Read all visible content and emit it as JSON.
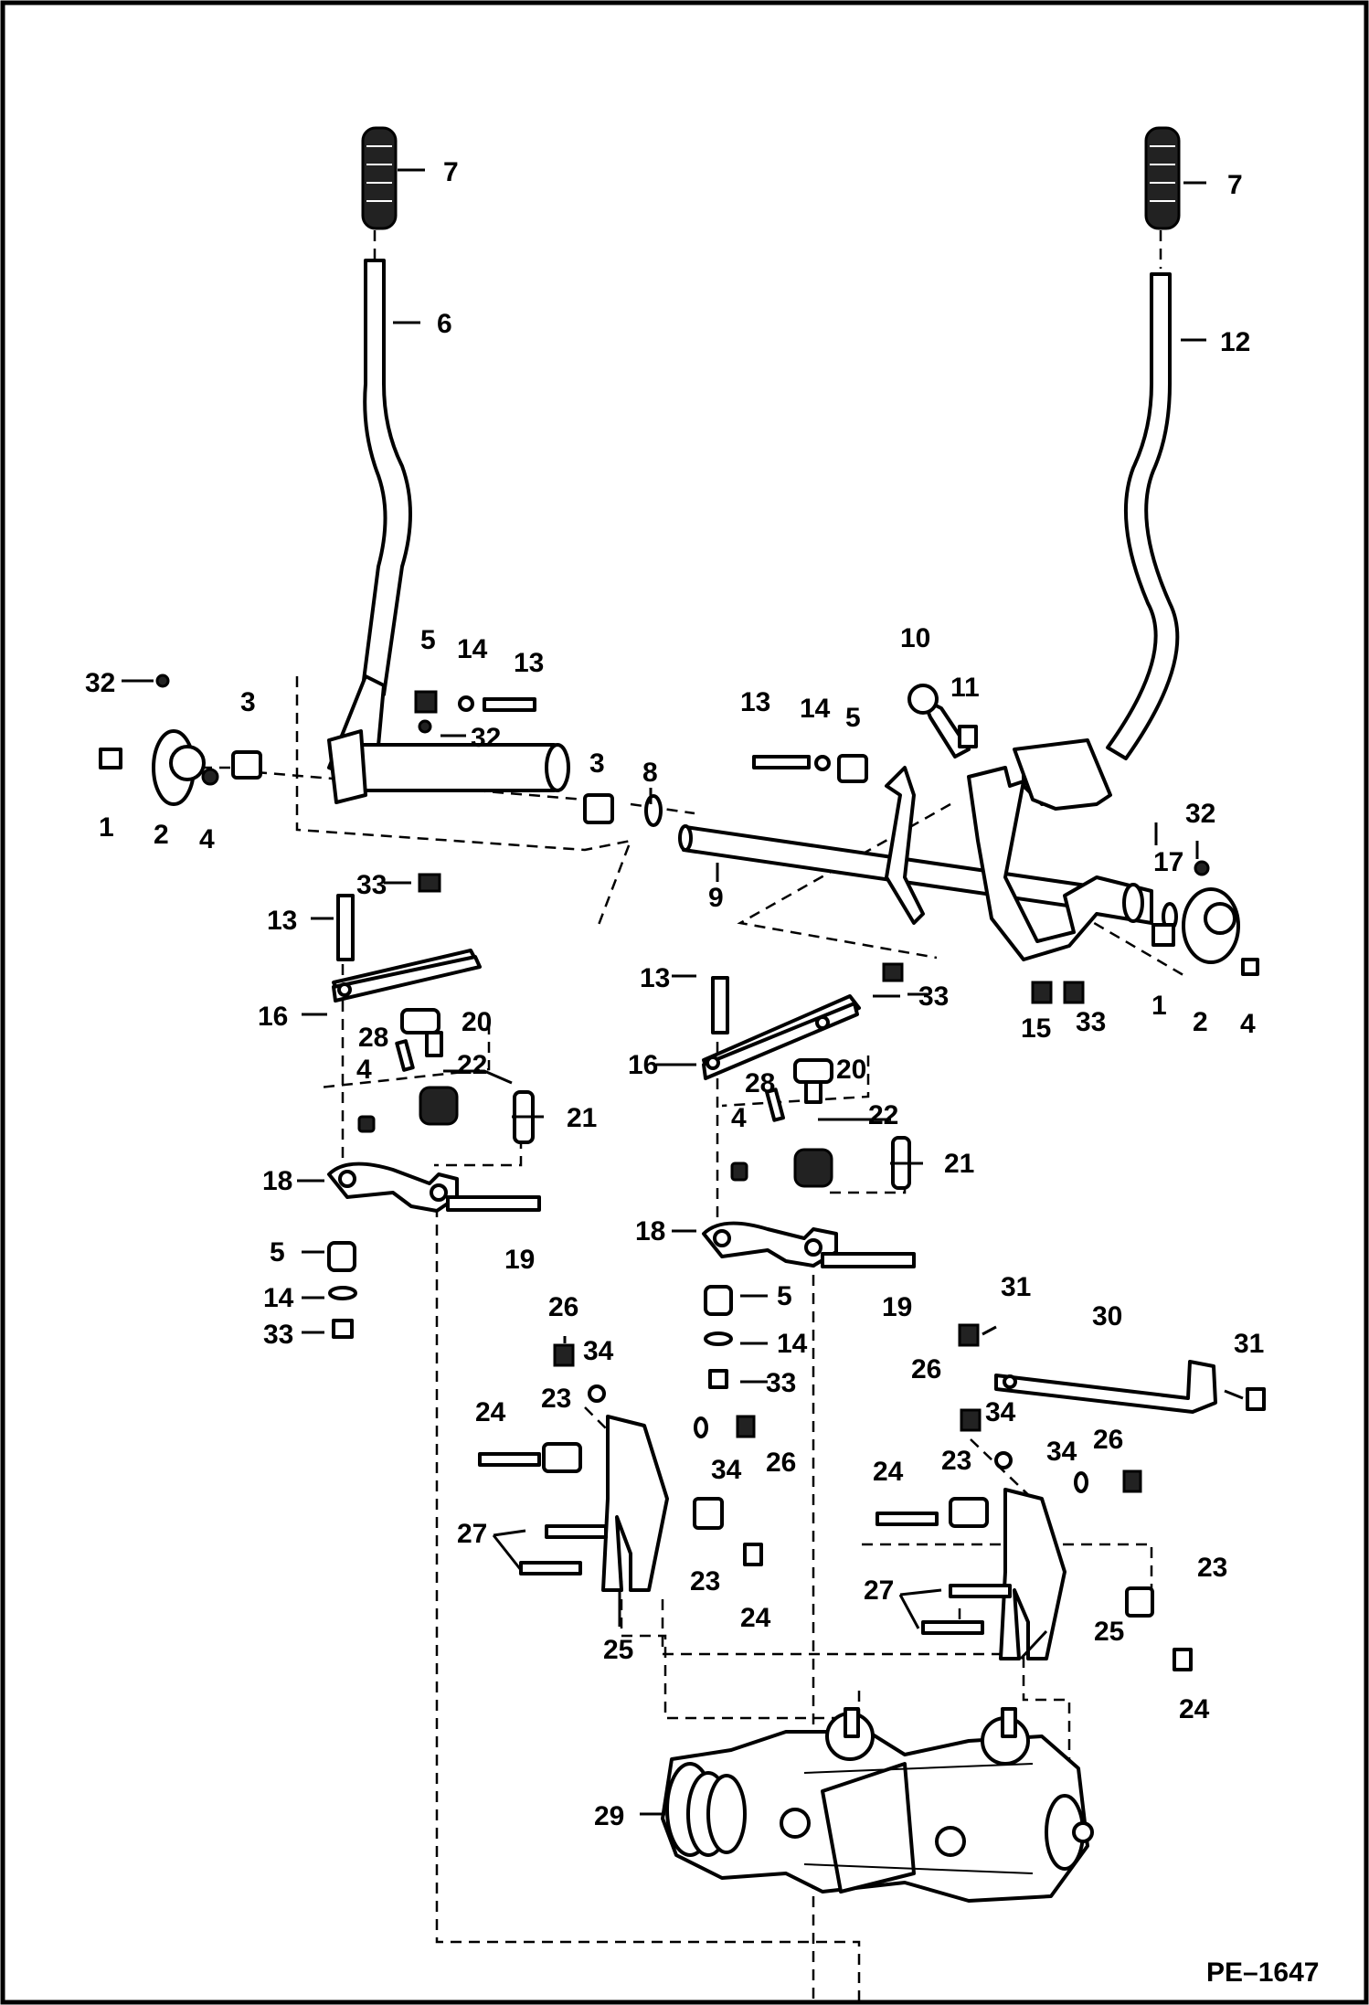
{
  "drawing_code": "PE–1647",
  "callouts": [
    {
      "key": "c7a",
      "text": "7"
    },
    {
      "key": "c7b",
      "text": "7"
    },
    {
      "key": "c6",
      "text": "6"
    },
    {
      "key": "c12",
      "text": "12"
    },
    {
      "key": "c32a",
      "text": "32"
    },
    {
      "key": "c3a",
      "text": "3"
    },
    {
      "key": "c5a",
      "text": "5"
    },
    {
      "key": "c14a",
      "text": "14"
    },
    {
      "key": "c13a",
      "text": "13"
    },
    {
      "key": "c32b",
      "text": "32"
    },
    {
      "key": "c1a",
      "text": "1"
    },
    {
      "key": "c2a",
      "text": "2"
    },
    {
      "key": "c4a",
      "text": "4"
    },
    {
      "key": "c3b",
      "text": "3"
    },
    {
      "key": "c8",
      "text": "8"
    },
    {
      "key": "c9",
      "text": "9"
    },
    {
      "key": "c13b",
      "text": "13"
    },
    {
      "key": "c14b",
      "text": "14"
    },
    {
      "key": "c5b",
      "text": "5"
    },
    {
      "key": "c10",
      "text": "10"
    },
    {
      "key": "c11",
      "text": "11"
    },
    {
      "key": "c32c",
      "text": "32"
    },
    {
      "key": "c17",
      "text": "17"
    },
    {
      "key": "c1b",
      "text": "1"
    },
    {
      "key": "c2b",
      "text": "2"
    },
    {
      "key": "c4b",
      "text": "4"
    },
    {
      "key": "c15",
      "text": "15"
    },
    {
      "key": "c33a",
      "text": "33"
    },
    {
      "key": "c33b",
      "text": "33"
    },
    {
      "key": "c13c",
      "text": "13"
    },
    {
      "key": "c16a",
      "text": "16"
    },
    {
      "key": "c20a",
      "text": "20"
    },
    {
      "key": "c28a",
      "text": "28"
    },
    {
      "key": "c22a",
      "text": "22"
    },
    {
      "key": "c4c",
      "text": "4"
    },
    {
      "key": "c21a",
      "text": "21"
    },
    {
      "key": "c18a",
      "text": "18"
    },
    {
      "key": "c19a",
      "text": "19"
    },
    {
      "key": "c5c",
      "text": "5"
    },
    {
      "key": "c14c",
      "text": "14"
    },
    {
      "key": "c33c",
      "text": "33"
    },
    {
      "key": "c13d",
      "text": "13"
    },
    {
      "key": "c33d",
      "text": "33"
    },
    {
      "key": "c16b",
      "text": "16"
    },
    {
      "key": "c20b",
      "text": "20"
    },
    {
      "key": "c28b",
      "text": "28"
    },
    {
      "key": "c22b",
      "text": "22"
    },
    {
      "key": "c4d",
      "text": "4"
    },
    {
      "key": "c21b",
      "text": "21"
    },
    {
      "key": "c18b",
      "text": "18"
    },
    {
      "key": "c19b",
      "text": "19"
    },
    {
      "key": "c5d",
      "text": "5"
    },
    {
      "key": "c14d",
      "text": "14"
    },
    {
      "key": "c33e",
      "text": "33"
    },
    {
      "key": "c26a",
      "text": "26"
    },
    {
      "key": "c34a",
      "text": "34"
    },
    {
      "key": "c24a",
      "text": "24"
    },
    {
      "key": "c23a",
      "text": "23"
    },
    {
      "key": "c34b",
      "text": "34"
    },
    {
      "key": "c26b",
      "text": "26"
    },
    {
      "key": "c27a",
      "text": "27"
    },
    {
      "key": "c23b",
      "text": "23"
    },
    {
      "key": "c24b",
      "text": "24"
    },
    {
      "key": "c25a",
      "text": "25"
    },
    {
      "key": "c31a",
      "text": "31"
    },
    {
      "key": "c30",
      "text": "30"
    },
    {
      "key": "c31b",
      "text": "31"
    },
    {
      "key": "c26c",
      "text": "26"
    },
    {
      "key": "c34c",
      "text": "34"
    },
    {
      "key": "c34d",
      "text": "34"
    },
    {
      "key": "c26d",
      "text": "26"
    },
    {
      "key": "c24c",
      "text": "24"
    },
    {
      "key": "c23c",
      "text": "23"
    },
    {
      "key": "c23d",
      "text": "23"
    },
    {
      "key": "c27b",
      "text": "27"
    },
    {
      "key": "c25b",
      "text": "25"
    },
    {
      "key": "c24d",
      "text": "24"
    },
    {
      "key": "c29",
      "text": "29"
    }
  ]
}
